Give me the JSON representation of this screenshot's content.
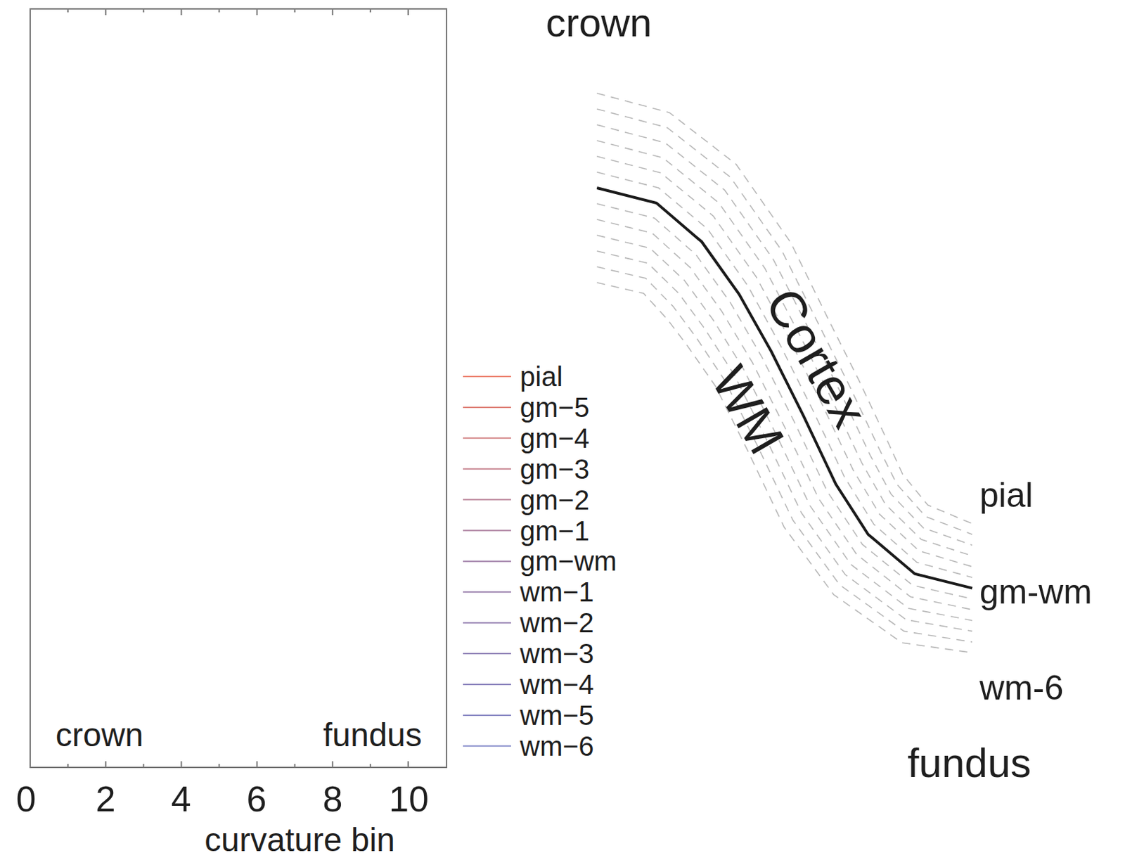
{
  "diagram": {
    "labels": [
      "crown",
      "crown",
      "fundus",
      "0",
      "2",
      "4",
      "6",
      "8",
      "10",
      "curvature bin",
      "Cortex",
      "WM",
      "pial",
      "gm-wm",
      "wm-6",
      "fundus"
    ],
    "legend": [
      {
        "text": "pial"
      },
      {
        "text": "gm−5"
      },
      {
        "text": "gm−4"
      },
      {
        "text": "gm−3"
      },
      {
        "text": "gm−2"
      },
      {
        "text": "gm−1"
      },
      {
        "text": "gm−wm"
      },
      {
        "text": "wm−1"
      },
      {
        "text": "wm−2"
      },
      {
        "text": "wm−3"
      },
      {
        "text": "wm−4"
      },
      {
        "text": "wm−5"
      },
      {
        "text": "wm−6"
      }
    ]
  }
}
